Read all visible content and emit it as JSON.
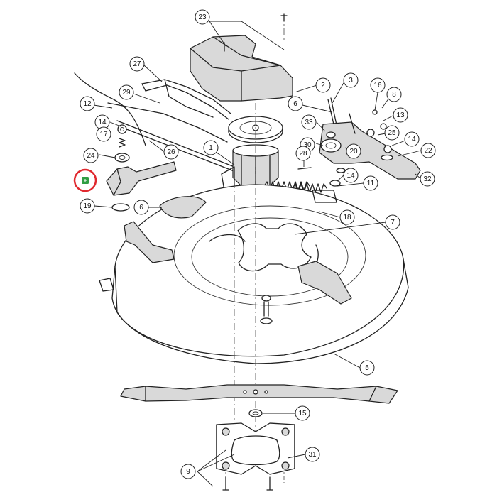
{
  "callouts": [
    {
      "label": "23"
    },
    {
      "label": "27"
    },
    {
      "label": "2"
    },
    {
      "label": "3"
    },
    {
      "label": "16"
    },
    {
      "label": "8"
    },
    {
      "label": "29"
    },
    {
      "label": "12"
    },
    {
      "label": "6"
    },
    {
      "label": "33"
    },
    {
      "label": "13"
    },
    {
      "label": "14"
    },
    {
      "label": "17"
    },
    {
      "label": "30"
    },
    {
      "label": "25"
    },
    {
      "label": "14"
    },
    {
      "label": "1"
    },
    {
      "label": "28"
    },
    {
      "label": "20"
    },
    {
      "label": "22"
    },
    {
      "label": "24"
    },
    {
      "label": "26"
    },
    {
      "label": "14"
    },
    {
      "label": "11"
    },
    {
      "label": "32"
    },
    {
      "label": "19"
    },
    {
      "label": "6"
    },
    {
      "label": "18"
    },
    {
      "label": "7"
    },
    {
      "label": "5"
    },
    {
      "label": "15"
    },
    {
      "label": "31"
    },
    {
      "label": "9"
    }
  ],
  "highlight": {
    "color": "#e0282e",
    "part_color": "#2f9e44"
  }
}
